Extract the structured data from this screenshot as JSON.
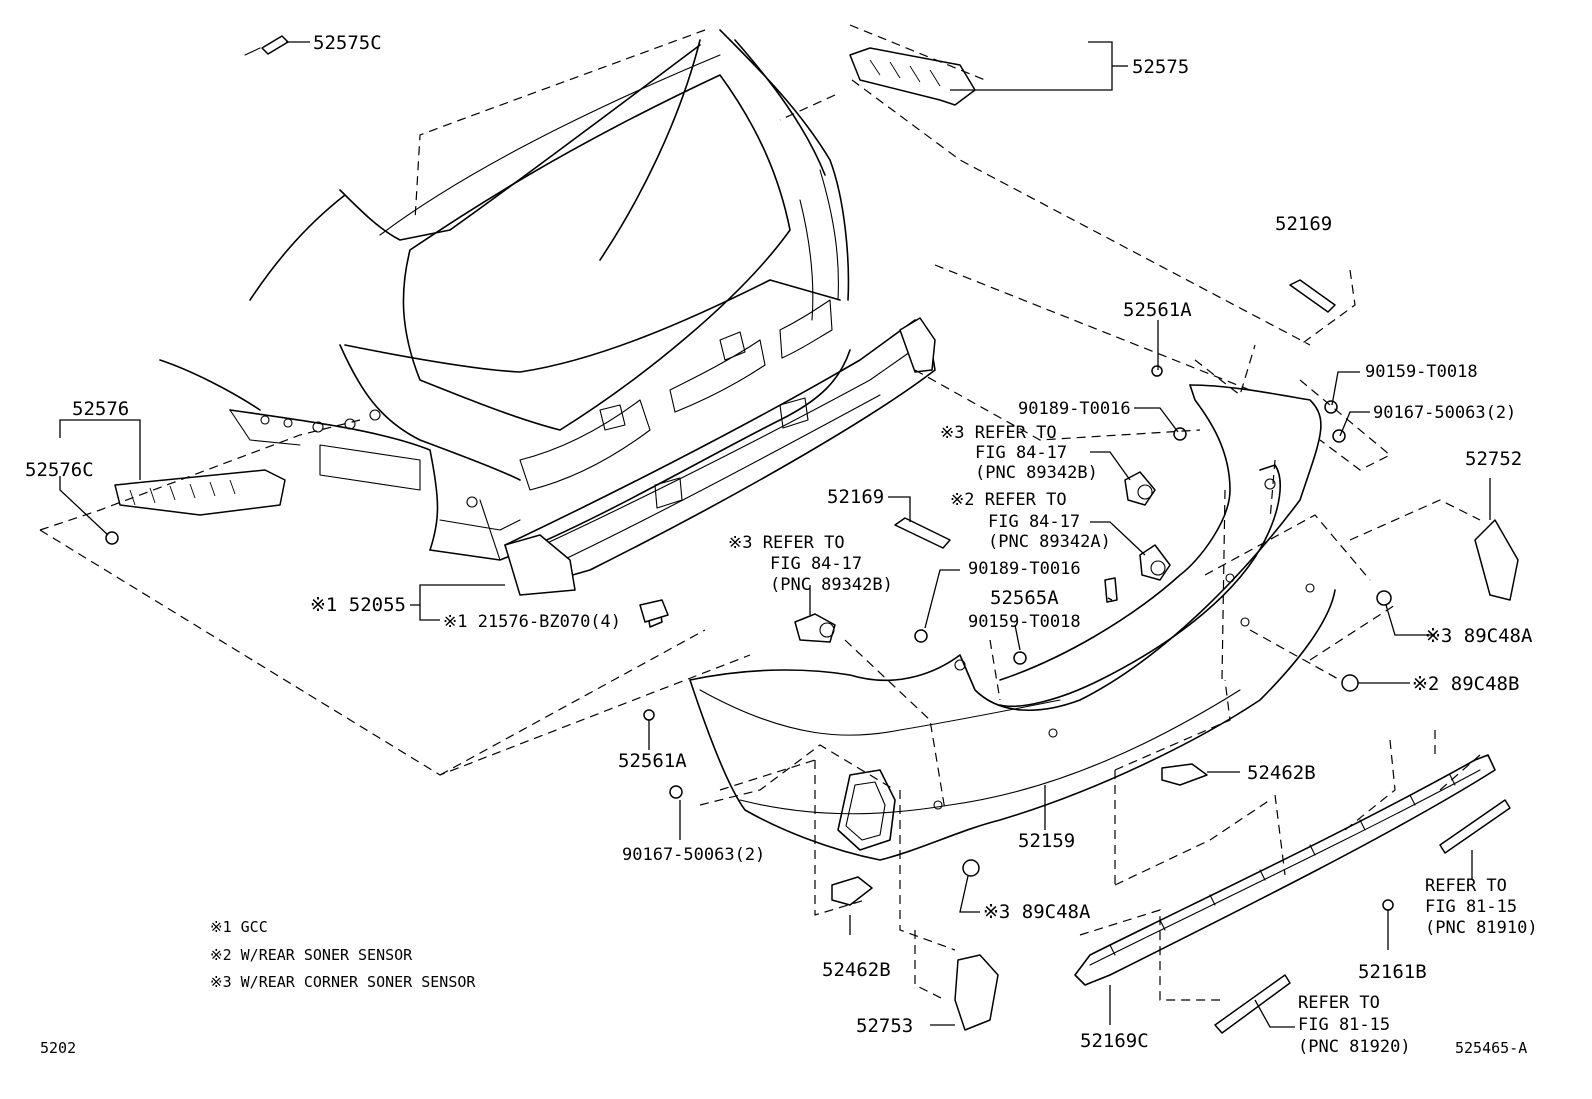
{
  "labels": {
    "p52575C": "52575C",
    "p52575": "52575",
    "p52169_top": "52169",
    "p52561A_right": "52561A",
    "p90159_T0018_right": "90159-T0018",
    "p90167_50063_right": "90167-50063(2)",
    "p90189_T0016_right": "90189-T0016",
    "ref3_a_line1": "※3 REFER TO",
    "ref3_a_line2": "FIG 84-17",
    "ref3_a_line3": "(PNC 89342B)",
    "ref2_line1": "※2 REFER TO",
    "ref2_line2": "FIG 84-17",
    "ref2_line3": "(PNC 89342A)",
    "p52752": "52752",
    "p52576": "52576",
    "p52576C": "52576C",
    "p52169_mid": "52169",
    "ref3_b_line1": "※3 REFER TO",
    "ref3_b_line2": "FIG 84-17",
    "ref3_b_line3": "(PNC 89342B)",
    "p90189_T0016_mid": "90189-T0016",
    "p52565A": "52565A",
    "p90159_T0018_mid": "90159-T0018",
    "p52055": "※1 52055",
    "p21576": "※1 21576-BZ070(4)",
    "p89C48A_right": "※3 89C48A",
    "p89C48B": "※2 89C48B",
    "p52561A_left": "52561A",
    "p52462B_right": "52462B",
    "p90167_50063_left": "90167-50063(2)",
    "p52159": "52159",
    "p89C48A_bottom": "※3 89C48A",
    "refer_81910_line1": "REFER TO",
    "refer_81910_line2": "FIG 81-15",
    "refer_81910_line3": "(PNC 81910)",
    "p52161B": "52161B",
    "p52462B_bottom": "52462B",
    "p52753": "52753",
    "p52169C": "52169C",
    "refer_81920_line1": "REFER TO",
    "refer_81920_line2": "FIG 81-15",
    "refer_81920_line3": "(PNC 81920)"
  },
  "legend": {
    "note1": "※1 GCC",
    "note2": "※2 W/REAR SONER SENSOR",
    "note3": "※3 W/REAR CORNER SONER SENSOR"
  },
  "footer": {
    "page_code": "5202",
    "figure_id": "525465-A"
  }
}
